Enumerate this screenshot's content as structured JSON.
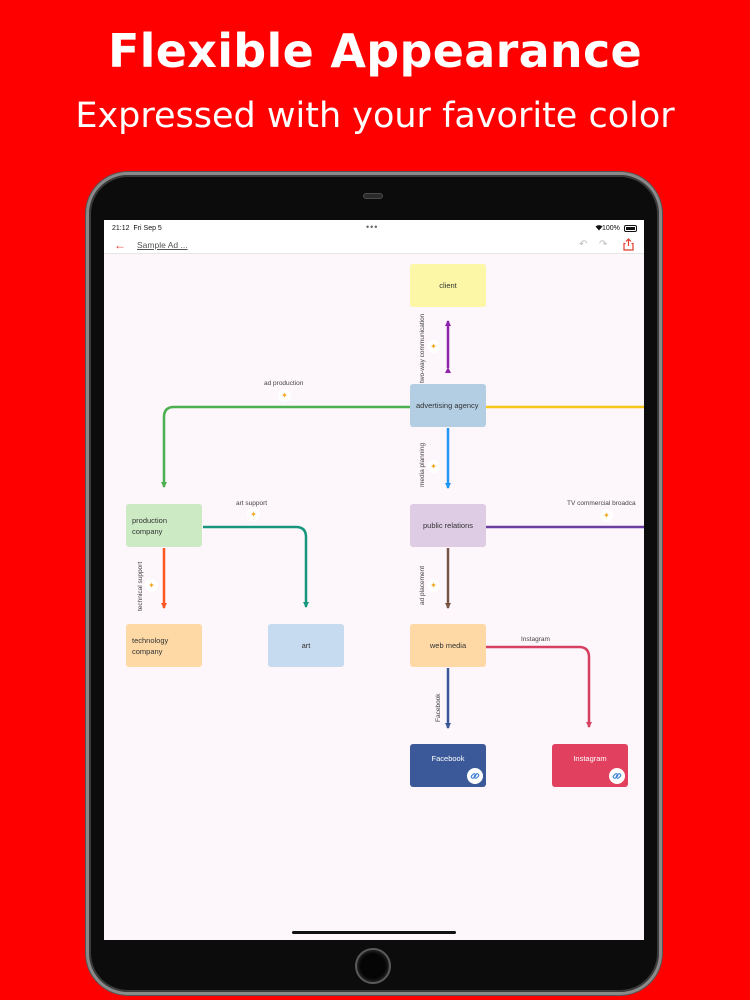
{
  "promo": {
    "headline": "Flexible Appearance",
    "subhead": "Expressed with your favorite color"
  },
  "statusbar": {
    "time": "21:12",
    "date": "Fri Sep 5",
    "dots": "•••",
    "battery": "100%"
  },
  "navbar": {
    "back_icon": "back-arrow-icon",
    "title": "Sample Ad ...",
    "undo_icon": "undo-icon",
    "redo_icon": "redo-icon",
    "share_icon": "share-icon"
  },
  "colors": {
    "promo_background": "#ff0000",
    "nav_accent": "#e23b2e",
    "canvas_background": "#fdf6fb"
  },
  "nodes": {
    "client": {
      "label": "client",
      "color": "#fbf7a6"
    },
    "advertising_agency": {
      "label": "advertising agency",
      "color": "#b3cde3"
    },
    "production_company": {
      "label": "production company",
      "color": "#ccebc5"
    },
    "public_relations": {
      "label": "public relations",
      "color": "#decbe4"
    },
    "technology_company": {
      "label": "technology company",
      "color": "#fed9a6"
    },
    "art": {
      "label": "art",
      "color": "#c6dbef"
    },
    "web_media": {
      "label": "web media",
      "color": "#fed9a6"
    },
    "facebook": {
      "label": "Facebook",
      "color": "#3b5998"
    },
    "instagram": {
      "label": "Instagram",
      "color": "#e1415f"
    }
  },
  "edges": {
    "two_way_communication": {
      "label": "two-way communication",
      "color": "#8e24aa"
    },
    "ad_production": {
      "label": "ad production",
      "color": "#4caf50"
    },
    "media_planning": {
      "label": "media planning",
      "color": "#2196f3"
    },
    "art_support": {
      "label": "art support",
      "color": "#16967d"
    },
    "tv_broadcast": {
      "label": "TV commercial broadca",
      "color": "#6a3fa0"
    },
    "technical_support": {
      "label": "technical support",
      "color": "#ff5722"
    },
    "ad_placement": {
      "label": "ad placement",
      "color": "#795548"
    },
    "instagram_edge": {
      "label": "Instagram",
      "color": "#d64161"
    },
    "facebook_edge": {
      "label": "Facebook",
      "color": "#3b5998"
    },
    "agency_to_right": {
      "color": "#f5c518"
    }
  }
}
